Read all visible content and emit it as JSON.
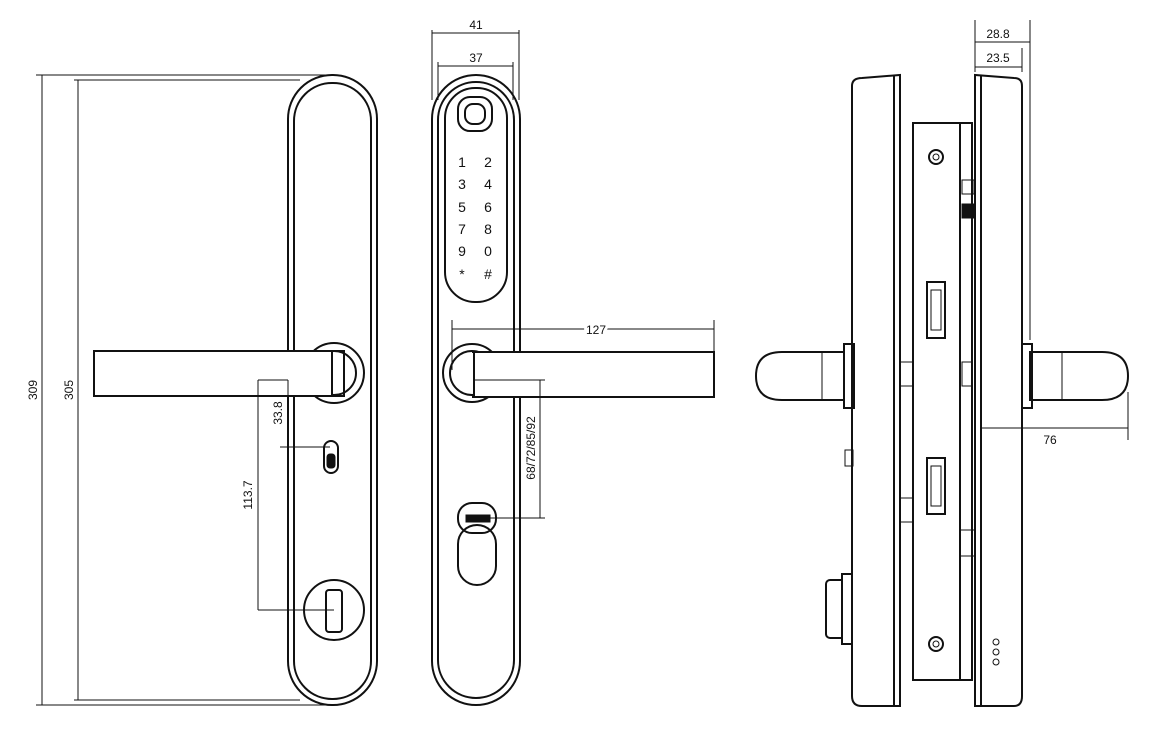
{
  "drawing": {
    "left_view": {
      "dimensions": {
        "total_height": "309",
        "plate_height": "305",
        "handle_to_slot": "33.8",
        "handle_to_thumbturn": "113.7"
      }
    },
    "front_view": {
      "dimensions": {
        "outer_width": "41",
        "inner_width": "37",
        "handle_length": "127",
        "backset_options": "68/72/85/92"
      },
      "keypad": {
        "keys": [
          "1",
          "2",
          "3",
          "4",
          "5",
          "6",
          "7",
          "8",
          "9",
          "0",
          "*",
          "#"
        ]
      }
    },
    "side_view": {
      "dimensions": {
        "outer_depth": "28.8",
        "inner_depth": "23.5",
        "handle_projection": "76"
      }
    }
  },
  "colors": {
    "line": "#111111",
    "background": "#ffffff"
  }
}
